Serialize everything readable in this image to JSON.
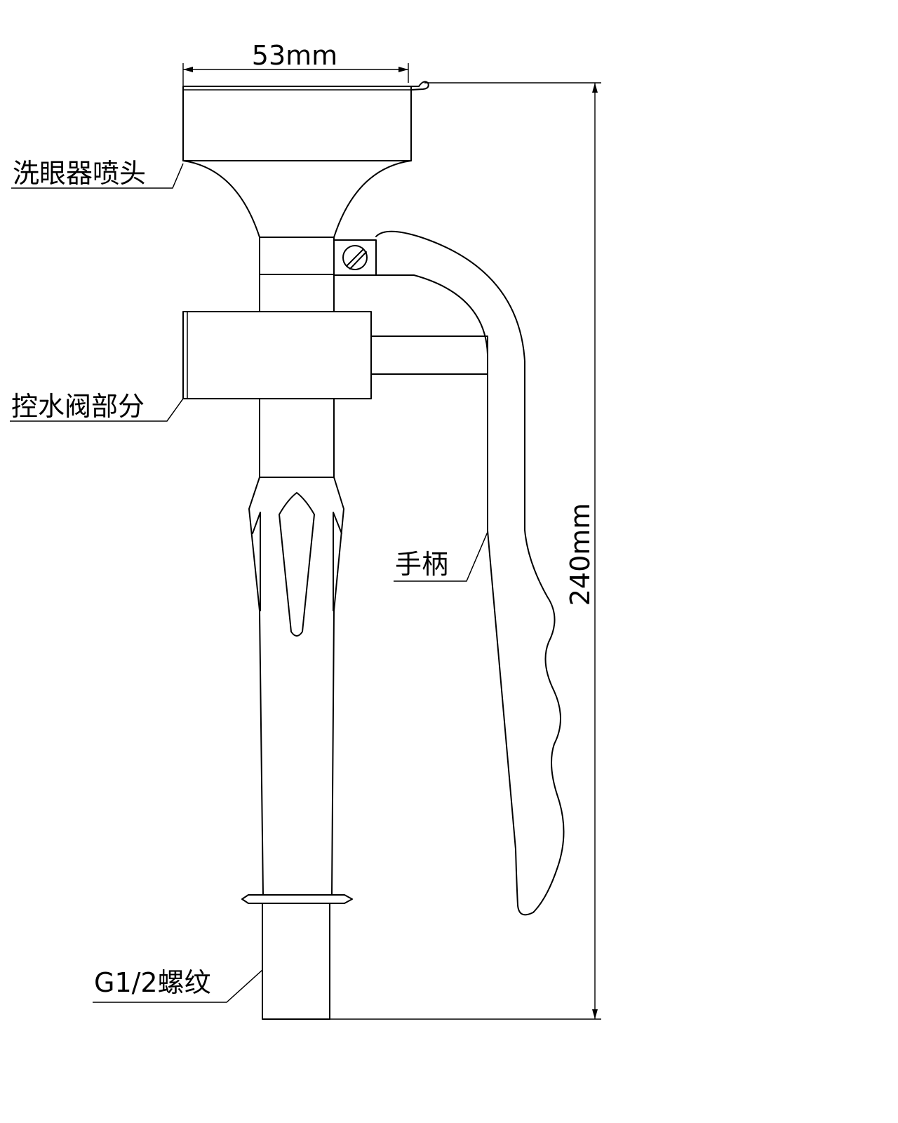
{
  "dimensions": {
    "width_label": "53mm",
    "height_label": "240mm"
  },
  "callouts": {
    "nozzle": "洗眼器喷头",
    "valve": "控水阀部分",
    "handle": "手柄",
    "thread": "G1/2螺纹"
  }
}
